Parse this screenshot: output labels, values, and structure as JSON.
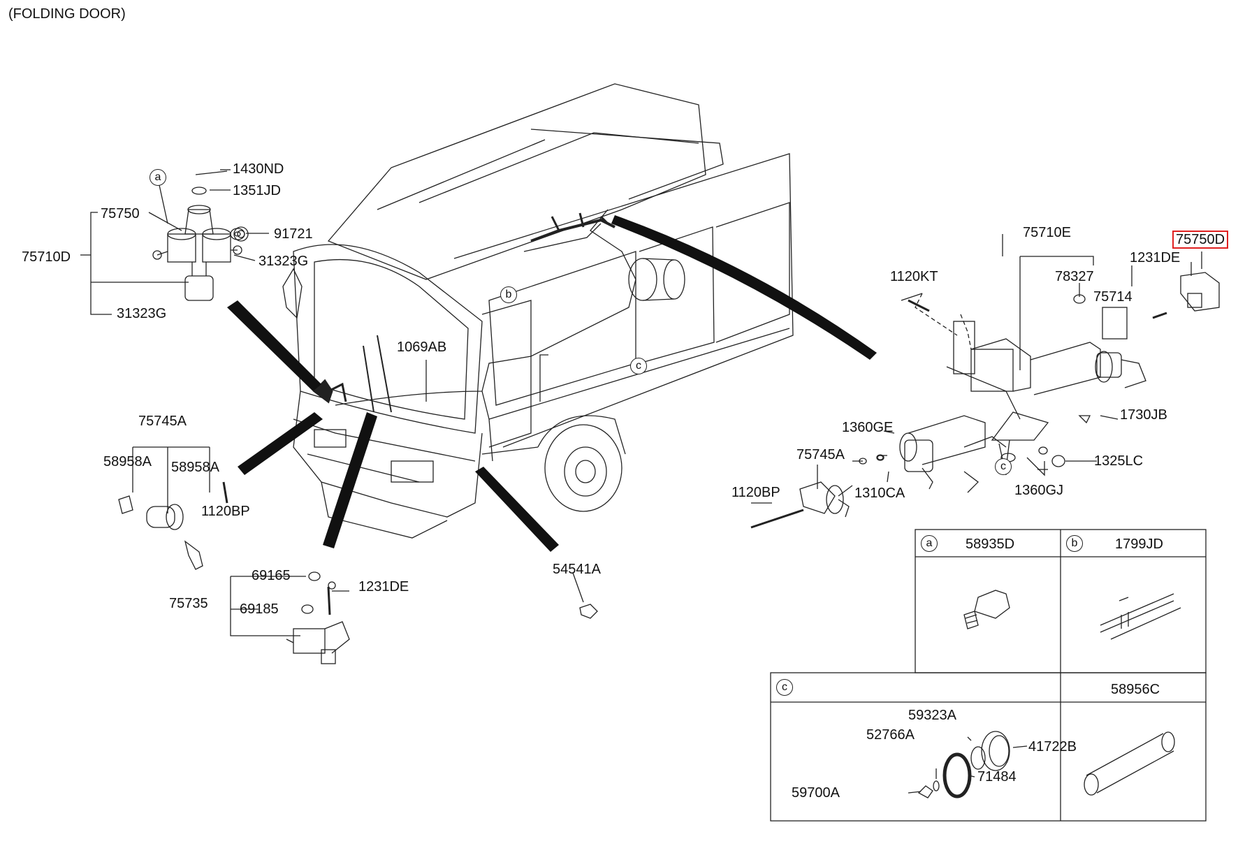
{
  "title": "(FOLDING DOOR)",
  "highlight_color": "#e02020",
  "labels": {
    "p1430ND": "1430ND",
    "p1351JD": "1351JD",
    "p75750": "75750",
    "p91721": "91721",
    "p75710D": "75710D",
    "p31323G_a": "31323G",
    "p31323G_b": "31323G",
    "p1069AB": "1069AB",
    "p75745A_left": "75745A",
    "p58958A_l": "58958A",
    "p58958A_r": "58958A",
    "p1120BP_left": "1120BP",
    "p69165": "69165",
    "p1231DE_low": "1231DE",
    "p75735": "75735",
    "p69185": "69185",
    "p54541A": "54541A",
    "p75710E": "75710E",
    "p75750D": "75750D",
    "p1231DE_top": "1231DE",
    "p1120KT": "1120KT",
    "p78327": "78327",
    "p75714": "75714",
    "p1730JB": "1730JB",
    "p1360GE": "1360GE",
    "p75745A_right": "75745A",
    "p1310CA": "1310CA",
    "p1120BP_right": "1120BP",
    "p1360GJ": "1360GJ",
    "p1325LC": "1325LC"
  },
  "callouts": {
    "a": "a",
    "b": "b",
    "c": "c"
  },
  "tables": {
    "a_part": "58935D",
    "b_part": "1799JD",
    "c_parts": {
      "p59323A": "59323A",
      "p52766A": "52766A",
      "p41722B": "41722B",
      "p71484": "71484",
      "p59700A": "59700A"
    },
    "d_part": "58956C"
  }
}
